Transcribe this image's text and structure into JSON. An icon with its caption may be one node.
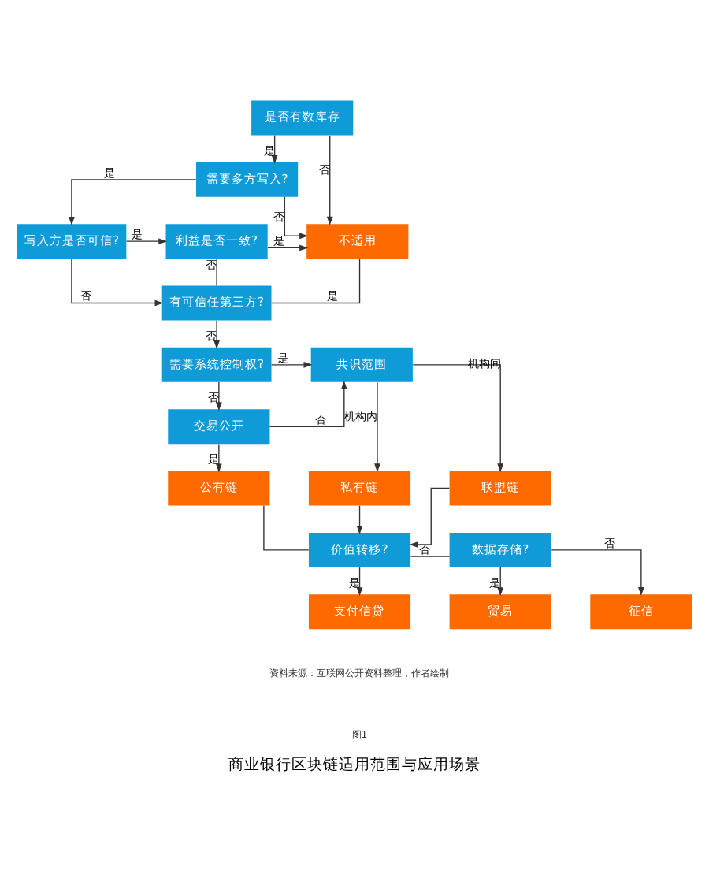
{
  "diagram": {
    "title": "商业银行区块链适用范围与应用场景",
    "nodes": [
      {
        "text": [
          "是否有数库存"
        ]
      },
      {
        "text": [
          "需要多方写入?"
        ]
      },
      {
        "text": [
          "写入方是否可信?"
        ]
      },
      {
        "text": [
          "利益是否一致?"
        ]
      },
      {
        "text": [
          "不适用"
        ]
      },
      {
        "text": [
          "有可信任第三方?"
        ]
      },
      {
        "text": [
          "需要系统控制权?"
        ]
      },
      {
        "text": [
          "交易公开"
        ]
      },
      {
        "text": [
          "共识范围"
        ]
      },
      {
        "text": [
          "公有链"
        ]
      },
      {
        "text": [
          "私有链"
        ]
      },
      {
        "text": [
          "联盟链"
        ]
      },
      {
        "text": [
          "价值转移?"
        ]
      },
      {
        "text": [
          "数据存储?"
        ]
      },
      {
        "text": [
          "支付信贷"
        ]
      },
      {
        "text": [
          "贸易"
        ]
      },
      {
        "text": [
          "征信"
        ]
      }
    ],
    "edges": [
      {
        "from": 0,
        "to": 1,
        "arrow": "to",
        "label": "是"
      },
      {
        "from": 0,
        "to": 4,
        "arrow": "to",
        "label": "否"
      },
      {
        "from": 1,
        "to": 2,
        "arrow": "to",
        "label": "是"
      },
      {
        "from": 1,
        "to": 4,
        "arrow": "to",
        "label": "否"
      },
      {
        "from": 2,
        "to": 3,
        "arrow": "to",
        "label": "是"
      },
      {
        "from": 3,
        "to": 4,
        "arrow": "to",
        "label": "是"
      },
      {
        "from": 2,
        "to": 5,
        "arrow": "to",
        "label": "否"
      },
      {
        "from": 3,
        "to": 5,
        "arrow": "none",
        "label": "否"
      },
      {
        "from": 5,
        "to": 4,
        "arrow": "none",
        "label": "是"
      },
      {
        "from": 5,
        "to": 6,
        "arrow": "to",
        "label": "否"
      },
      {
        "from": 6,
        "to": 8,
        "arrow": "to",
        "label": "是"
      },
      {
        "from": 6,
        "to": 7,
        "arrow": "to",
        "label": "否"
      },
      {
        "from": 7,
        "to": 8,
        "arrow": "to",
        "label": "否"
      },
      {
        "from": 7,
        "to": 9,
        "arrow": "to",
        "label": "是"
      },
      {
        "from": 8,
        "to": 10,
        "arrow": "to",
        "label": "机构内"
      },
      {
        "from": 8,
        "to": 11,
        "arrow": "to",
        "label": "机构间"
      },
      {
        "from": 9,
        "to": 12,
        "arrow": "none"
      },
      {
        "from": 10,
        "to": 12,
        "arrow": "to"
      },
      {
        "from": 11,
        "to": 12,
        "arrow": "to"
      },
      {
        "from": 12,
        "to": 14,
        "arrow": "to",
        "label": "是"
      },
      {
        "from": 12,
        "to": 13,
        "arrow": "none",
        "label": "否"
      },
      {
        "from": 13,
        "to": 15,
        "arrow": "to",
        "label": "是"
      },
      {
        "from": 13,
        "to": 16,
        "arrow": "to",
        "label": "否"
      }
    ],
    "labels": [
      "资料来源：互联网公开资料整理，作者绘制",
      "图1"
    ]
  }
}
